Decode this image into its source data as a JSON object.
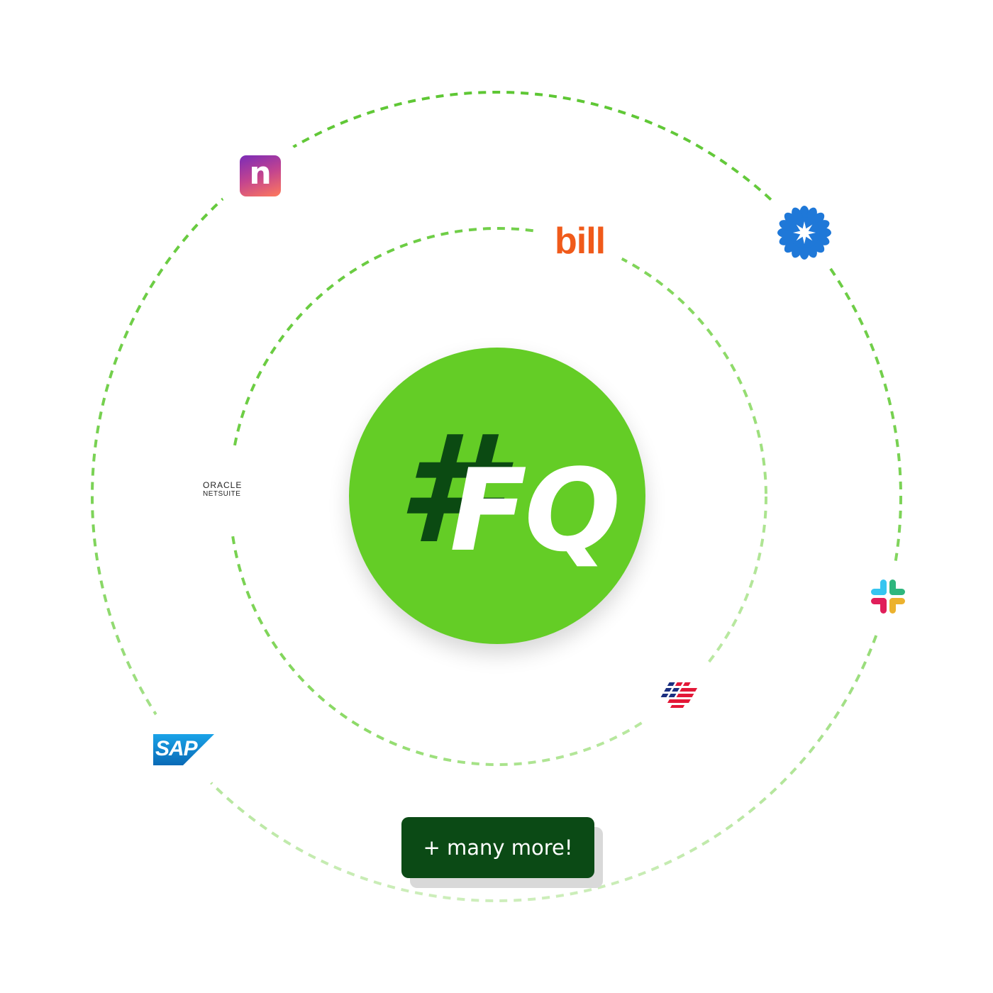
{
  "hub": {
    "label_hash": "#",
    "label_fq": "FQ",
    "color": "#64cd26",
    "hash_color": "#0b4a12"
  },
  "integrations": [
    {
      "name": "n",
      "icon": "n-app-icon"
    },
    {
      "name": "bill",
      "icon": "bill-logo"
    },
    {
      "name": "ORACLE",
      "sub": "NETSUITE",
      "icon": "oracle-netsuite-logo"
    },
    {
      "name": "SAP",
      "icon": "sap-logo"
    },
    {
      "icon": "blue-flower-logo"
    },
    {
      "icon": "slack-logo"
    },
    {
      "icon": "bank-of-america-logo"
    }
  ],
  "cta": {
    "label": "+ many more!",
    "color": "#0b4a15"
  },
  "orbit_color": "#5ec734"
}
